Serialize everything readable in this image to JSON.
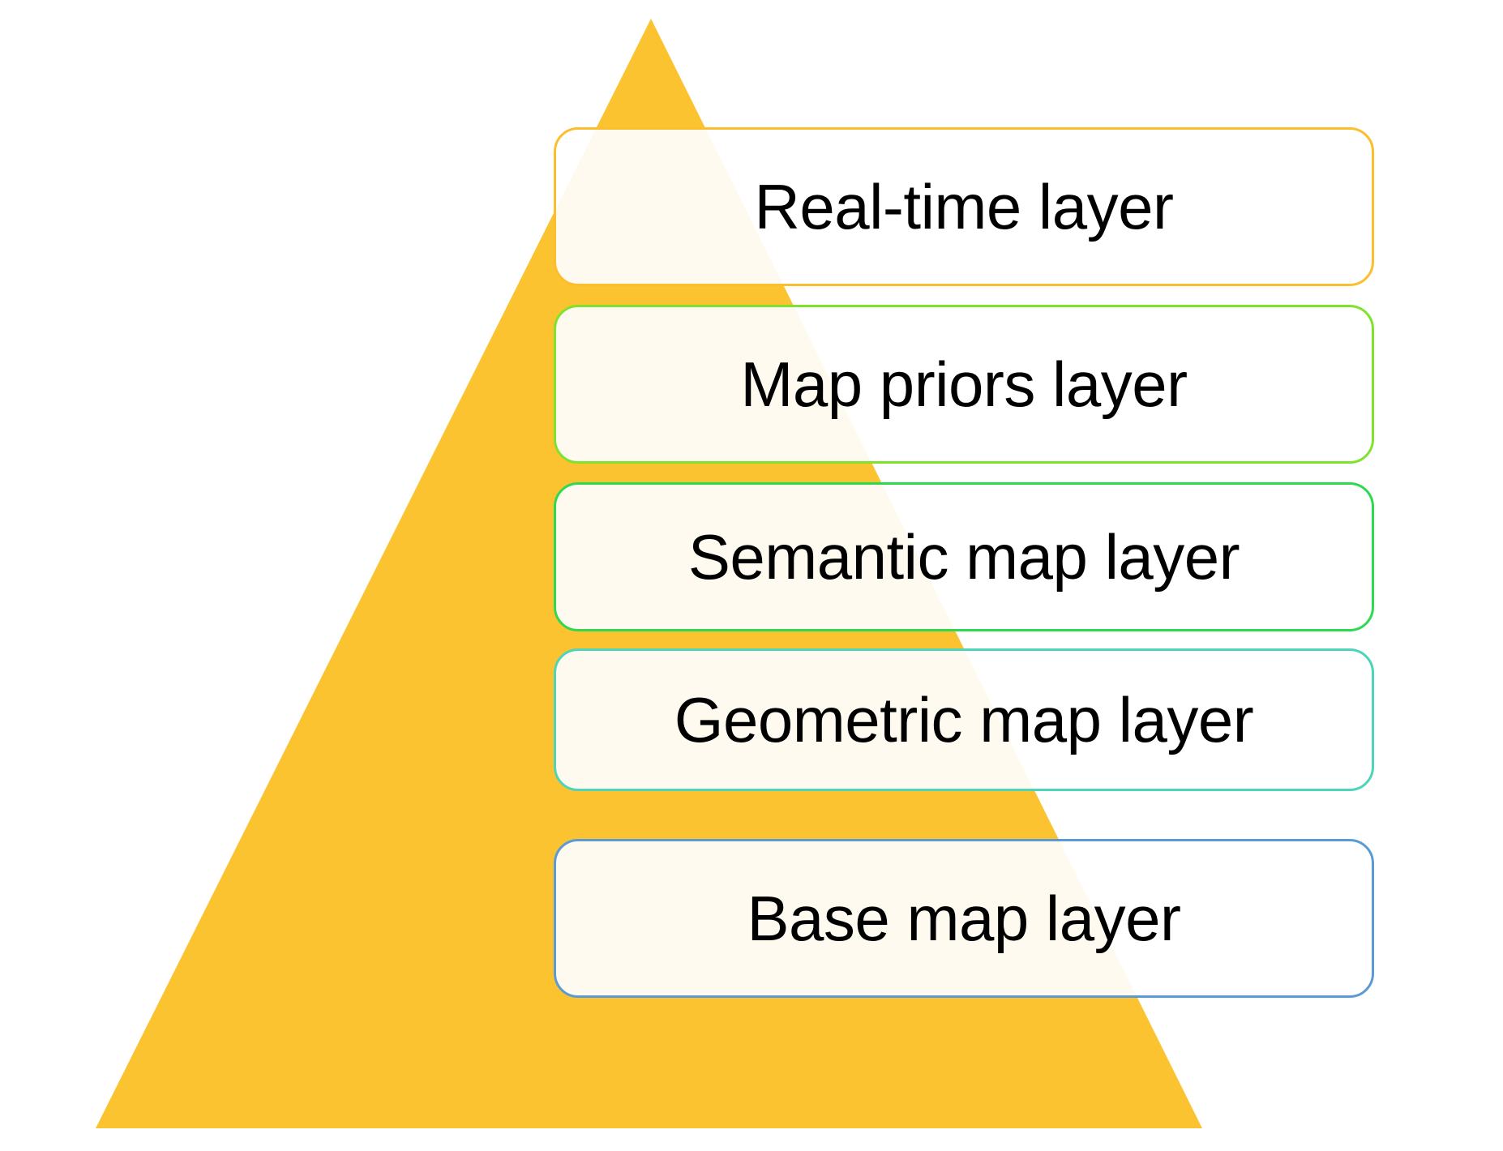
{
  "diagram": {
    "type": "layered-pyramid",
    "title": "",
    "background_color": "#ffffff",
    "pyramid": {
      "name": "map-layer-pyramid",
      "fill_color": "#FCC331",
      "apex": [
        803,
        23
      ],
      "base_left": [
        118,
        1392
      ],
      "base_right": [
        1483,
        1392
      ]
    },
    "box_fill_color": "#FFFFFF",
    "box_fill_opacity": 0.92,
    "text_color": "#000000",
    "layers": [
      {
        "id": "real-time",
        "label": "Real-time layer",
        "border_color": "#FBBE2E",
        "rank": 1,
        "position": "top"
      },
      {
        "id": "map-priors",
        "label": "Map priors layer",
        "border_color": "#7FE32E",
        "rank": 2,
        "position": "upper-middle"
      },
      {
        "id": "semantic",
        "label": "Semantic map layer",
        "border_color": "#2FD94F",
        "rank": 3,
        "position": "middle"
      },
      {
        "id": "geometric",
        "label": "Geometric map layer",
        "border_color": "#4ED4B6",
        "rank": 4,
        "position": "lower-middle"
      },
      {
        "id": "base",
        "label": "Base map layer",
        "border_color": "#5B9BD5",
        "rank": 5,
        "position": "bottom"
      }
    ]
  }
}
